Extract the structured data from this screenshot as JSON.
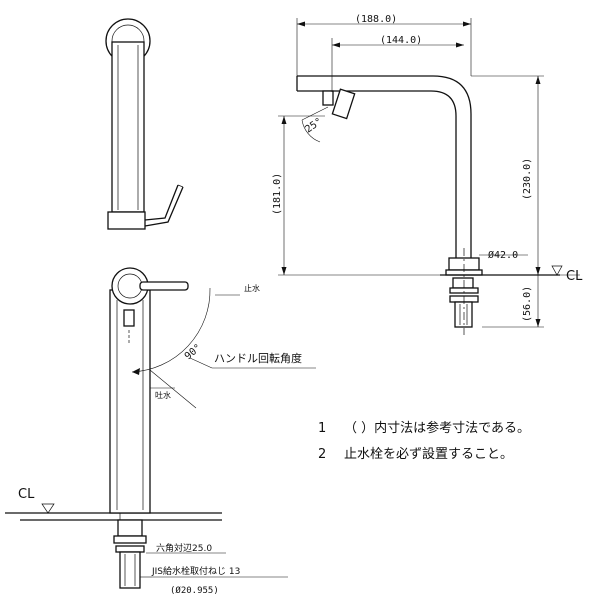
{
  "dimensions": {
    "width_188": "(188.0)",
    "width_144": "(144.0)",
    "height_230": "(230.0)",
    "height_181": "(181.0)",
    "angle_25": "25°",
    "diameter_42": "Ø42.0",
    "height_56": "(56.0)",
    "handle_angle": "90°"
  },
  "labels": {
    "cl_right": "CL",
    "cl_left": "CL",
    "stop_water": "止水",
    "spout_water": "吐水",
    "handle_rotation": "ハンドル回転角度",
    "hex_across": "六角対辺25.0",
    "jis_thread": "JIS給水栓取付ねじ 13",
    "thread_dia": "(Ø20.955)"
  },
  "notes": [
    {
      "num": "1",
      "text": "（ ）内寸法は参考寸法である。"
    },
    {
      "num": "2",
      "text": "止水栓を必ず設置すること。"
    }
  ]
}
